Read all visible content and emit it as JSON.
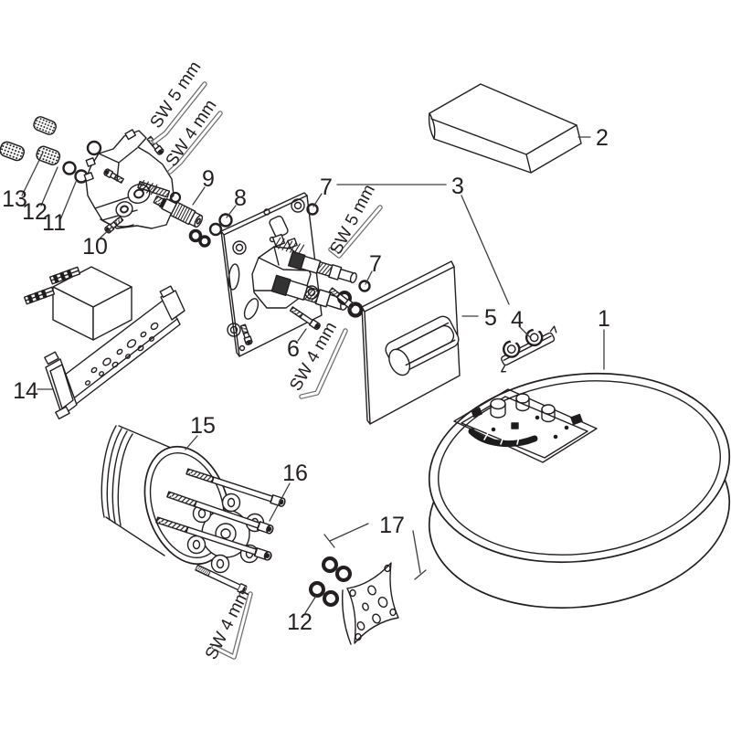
{
  "figure": {
    "type": "exploded-parts-diagram",
    "background": "#ffffff",
    "line_color": "#231f20",
    "leader_color": "#3d3d3d",
    "tool_outline_color": "#6e6e6e"
  },
  "labels": [
    {
      "text": "13"
    },
    {
      "text": "12"
    },
    {
      "text": "11"
    },
    {
      "text": "10"
    },
    {
      "text": "9"
    },
    {
      "text": "8"
    },
    {
      "text": "7"
    },
    {
      "text": "3"
    },
    {
      "text": "2"
    },
    {
      "text": "7"
    },
    {
      "text": "5"
    },
    {
      "text": "4"
    },
    {
      "text": "6"
    },
    {
      "text": "1"
    },
    {
      "text": "14"
    },
    {
      "text": "15"
    },
    {
      "text": "16"
    },
    {
      "text": "12"
    },
    {
      "text": "17"
    }
  ],
  "tool_labels": [
    {
      "text": "SW 5 mm"
    },
    {
      "text": "SW 4 mm"
    },
    {
      "text": "SW 5 mm"
    },
    {
      "text": "SW 4 mm"
    },
    {
      "text": "SW 4 mm"
    }
  ]
}
